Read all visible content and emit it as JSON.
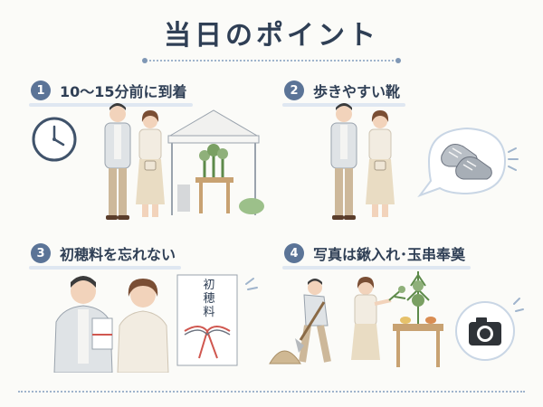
{
  "title": "当日のポイント",
  "points": [
    {
      "number": "1",
      "label": "10〜15分前に到着"
    },
    {
      "number": "2",
      "label": "歩きやすい靴"
    },
    {
      "number": "3",
      "label": "初穂料を忘れない"
    },
    {
      "number": "4",
      "label": "写真は鍬入れ･玉串奉奠"
    }
  ],
  "envelope_text": "初穂料",
  "colors": {
    "accent": "#5b7497",
    "ink": "#2f3f55",
    "bubble": "#c9d6e5"
  },
  "icons": [
    "clock-icon",
    "shoe-icon",
    "camera-icon"
  ]
}
